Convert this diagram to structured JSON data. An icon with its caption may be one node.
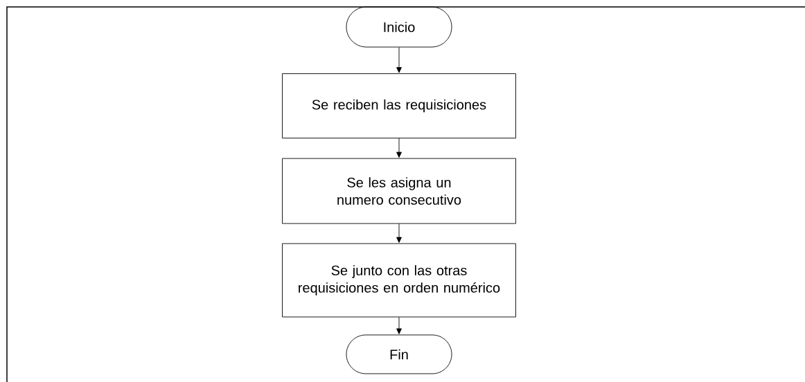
{
  "diagram": {
    "nodes": [
      {
        "text": [
          "Inicio"
        ]
      },
      {
        "text": [
          "Se reciben las requisiciones"
        ]
      },
      {
        "text": [
          "Se les asigna un numero consecutivo"
        ]
      },
      {
        "text": [
          "Se junto con las otras requisiciones en orden numérico"
        ]
      },
      {
        "text": [
          "Fin"
        ]
      }
    ],
    "edges": [
      {
        "from": 0,
        "to": 1,
        "arrow": "to"
      },
      {
        "from": 1,
        "to": 2,
        "arrow": "to"
      },
      {
        "from": 2,
        "to": 3,
        "arrow": "to"
      },
      {
        "from": 3,
        "to": 4,
        "arrow": "to"
      }
    ]
  }
}
